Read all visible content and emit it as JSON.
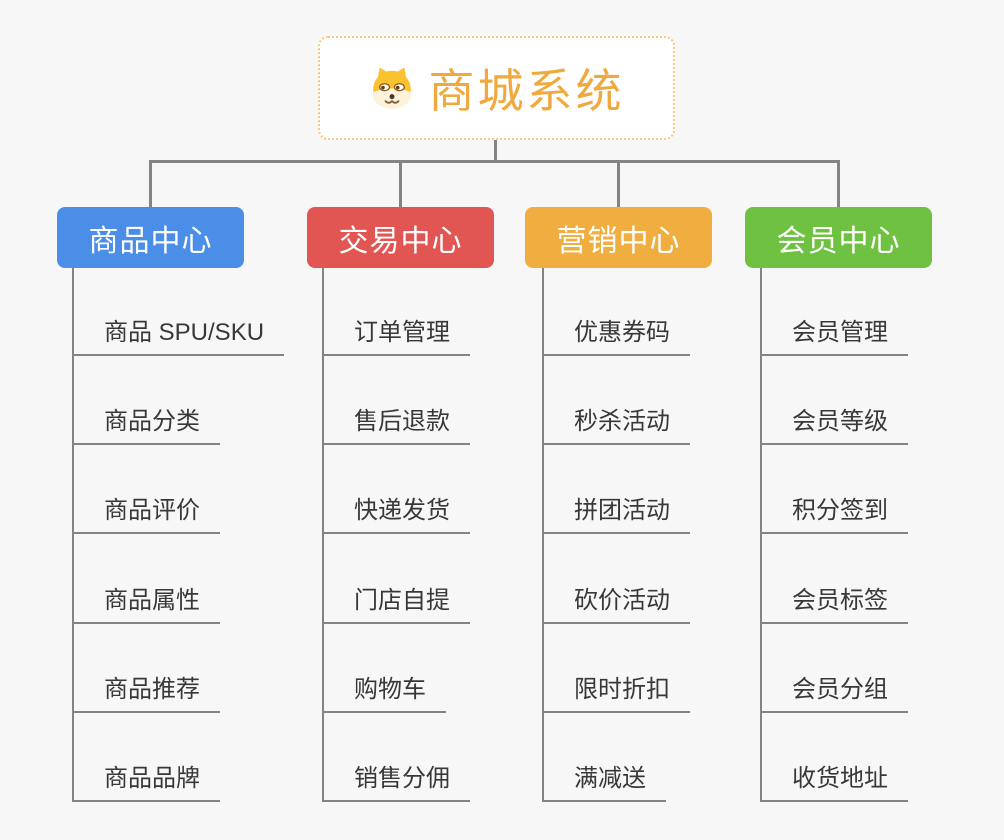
{
  "root": {
    "title": "商城系统",
    "icon": "dog-face-icon",
    "title_color": "#f0a93e",
    "border_color": "#f6c87e"
  },
  "connector_color": "#848484",
  "branches": [
    {
      "label": "商品中心",
      "color": "#4a8ee8",
      "items": [
        "商品 SPU/SKU",
        "商品分类",
        "商品评价",
        "商品属性",
        "商品推荐",
        "商品品牌"
      ]
    },
    {
      "label": "交易中心",
      "color": "#e15553",
      "items": [
        "订单管理",
        "售后退款",
        "快递发货",
        "门店自提",
        "购物车",
        "销售分佣"
      ]
    },
    {
      "label": "营销中心",
      "color": "#efae3f",
      "items": [
        "优惠券码",
        "秒杀活动",
        "拼团活动",
        "砍价活动",
        "限时折扣",
        "满减送"
      ]
    },
    {
      "label": "会员中心",
      "color": "#6fc241",
      "items": [
        "会员管理",
        "会员等级",
        "积分签到",
        "会员标签",
        "会员分组",
        "收货地址"
      ]
    }
  ]
}
